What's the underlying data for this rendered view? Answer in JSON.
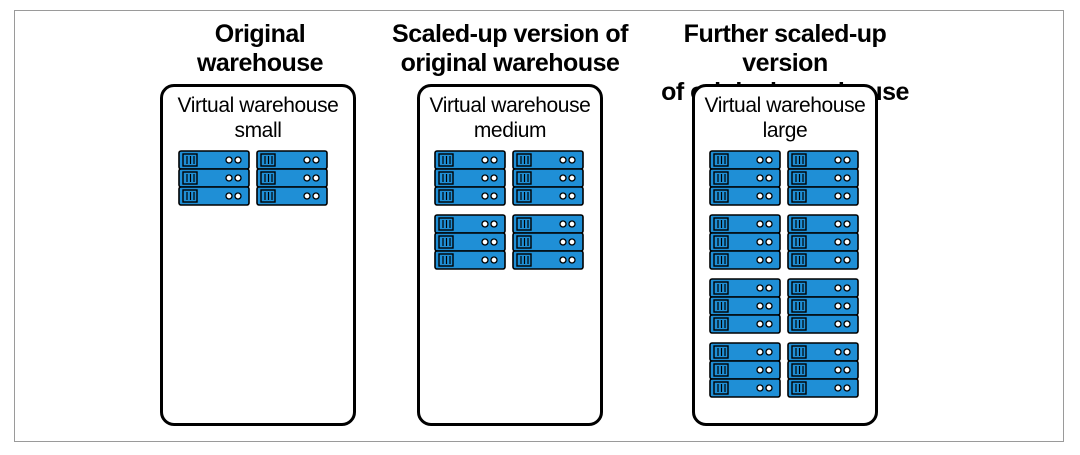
{
  "warehouses": [
    {
      "title": "Original\nwarehouse",
      "label": "Virtual warehouse\nsmall",
      "size": "small",
      "server_groups": 2
    },
    {
      "title": "Scaled-up version of\noriginal warehouse",
      "label": "Virtual warehouse\nmedium",
      "size": "medium",
      "server_groups": 4
    },
    {
      "title": "Further scaled-up version\nof original warehouse",
      "label": "Virtual warehouse\nlarge",
      "size": "large",
      "server_groups": 8
    }
  ],
  "colors": {
    "server_fill": "#1f8fd6",
    "server_outline": "#000000",
    "box_border": "#000000",
    "frame_border": "#9a9a9a"
  },
  "icons": {
    "server": "server-rack-icon"
  }
}
